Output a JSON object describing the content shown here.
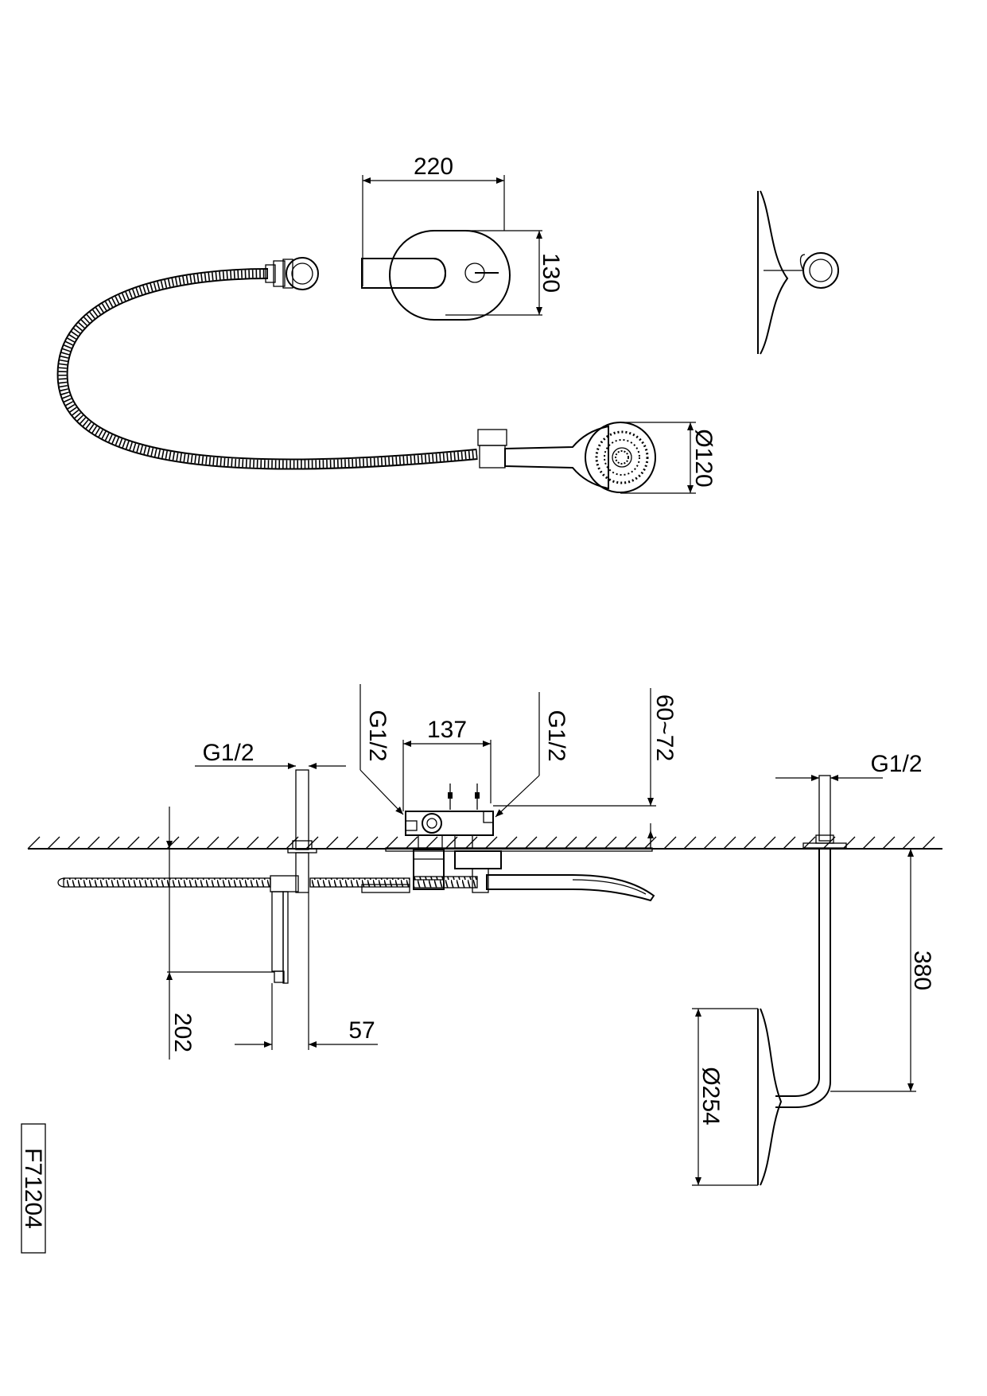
{
  "dimensions": {
    "mixer_width": "220",
    "mixer_height": "130",
    "hand_shower_diameter": "Ø120",
    "inlet_spacing": "137",
    "inlet_left": "G1/2",
    "inlet_right": "G1/2",
    "mount_depth": "60~72",
    "hose_connector_thread": "G1/2",
    "holder_drop": "202",
    "holder_offset": "57",
    "arm_thread": "G1/2",
    "arm_drop": "380",
    "head_shower_diameter": "Ø254"
  },
  "model_code": "F71204",
  "colors": {
    "line": "#000000",
    "background": "#ffffff"
  }
}
